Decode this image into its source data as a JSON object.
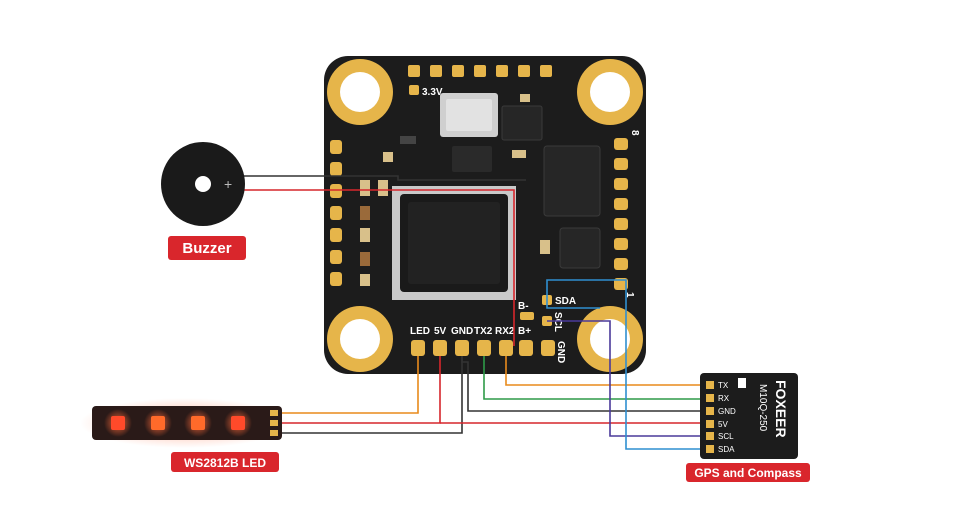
{
  "board": {
    "label_3v3": "3.3V",
    "label_8": "8",
    "label_1": "1",
    "pads_bottom": [
      "LED",
      "5V",
      "GND",
      "TX2",
      "RX2"
    ],
    "label_b_minus": "B-",
    "label_b_plus": "B+",
    "label_sda": "SDA",
    "label_scl": "SCL",
    "label_gnd": "GND"
  },
  "buzzer": {
    "plus": "+",
    "badge": "Buzzer"
  },
  "led_strip": {
    "badge": "WS2812B LED"
  },
  "gps": {
    "brand": "FOXEER",
    "model": "M10Q-250",
    "pins": [
      "TX",
      "RX",
      "GND",
      "5V",
      "SCL",
      "SDA"
    ],
    "badge": "GPS and Compass"
  },
  "colors": {
    "board": "#1c1c1c",
    "gold": "#e6b54a",
    "badge_red": "#d9262c",
    "wire_orange": "#e88a1c",
    "wire_red": "#d6262c",
    "wire_black": "#333333",
    "wire_green": "#2e9a48",
    "wire_blue": "#2f8fd0",
    "wire_purple": "#4a3a9a"
  }
}
